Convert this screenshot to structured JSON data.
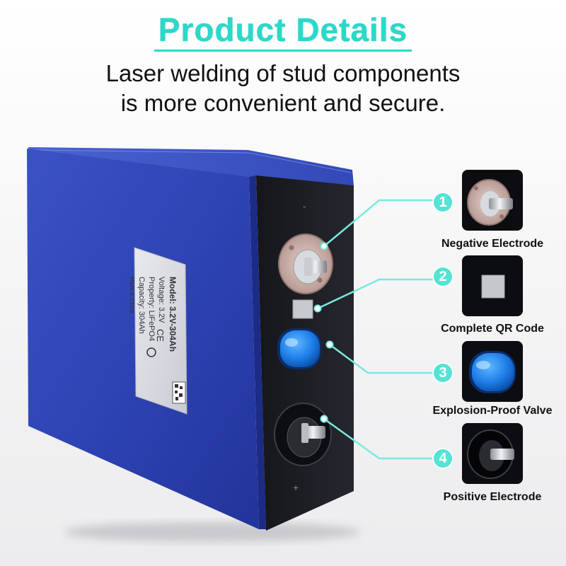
{
  "header": {
    "title": "Product Details",
    "subtitle_line1": "Laser welding of stud components",
    "subtitle_line2": "is more convenient and secure."
  },
  "battery_label": {
    "model": "Model: 3.2V-304Ah",
    "voltage": "Voltage: 3.2V",
    "property": "Property: LiFePO4",
    "capacity": "Capacity: 304Ah",
    "origin": "Made in China"
  },
  "terminal_marks": {
    "negative": "-",
    "positive": "+"
  },
  "callouts": [
    {
      "number": "1",
      "label": "Negative Electrode",
      "icon": "negative-terminal-icon"
    },
    {
      "number": "2",
      "label": "Complete QR Code",
      "icon": "qr-code-icon"
    },
    {
      "number": "3",
      "label": "Explosion-Proof Valve",
      "icon": "explosion-valve-icon"
    },
    {
      "number": "4",
      "label": "Positive Electrode",
      "icon": "positive-terminal-icon"
    }
  ],
  "colors": {
    "accent": "#2ad9c9",
    "badge": "#54e3d4",
    "battery_blue": "#2f44b8",
    "valve_blue": "#1f7ee8"
  }
}
